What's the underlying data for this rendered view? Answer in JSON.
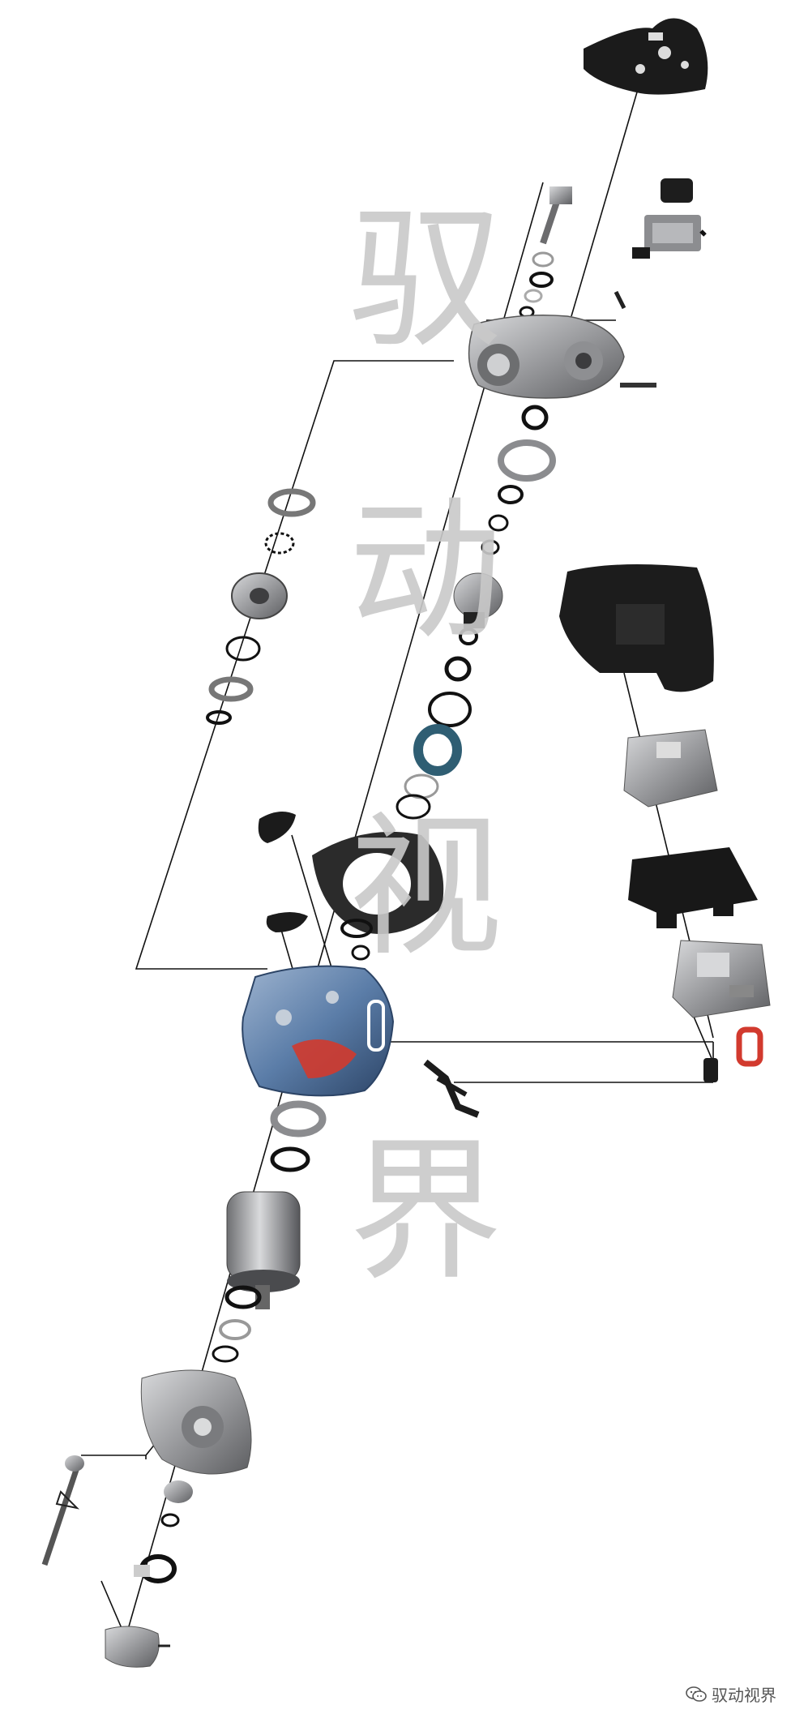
{
  "watermark": {
    "line1": "驭",
    "line2": "动",
    "line3": "视",
    "line4": "界"
  },
  "brand": {
    "label": "驭动视界",
    "icon": "wechat-icon"
  },
  "colors": {
    "metal": "#a9aaac",
    "metal_dark": "#6d6e70",
    "black_part": "#1b1b1b",
    "blue_housing": "#5b7da8",
    "teal_ring": "#2f5e73",
    "red_clip": "#d23a2e",
    "leader_line": "#111111"
  }
}
